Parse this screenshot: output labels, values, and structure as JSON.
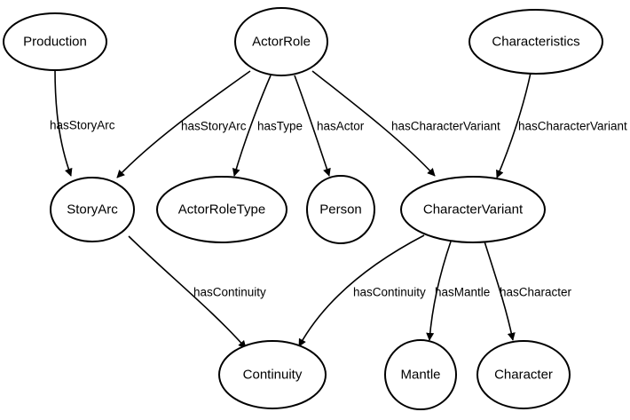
{
  "nodes": {
    "production": "Production",
    "actor_role": "ActorRole",
    "characteristics": "Characteristics",
    "story_arc": "StoryArc",
    "actor_role_type": "ActorRoleType",
    "person": "Person",
    "character_variant": "CharacterVariant",
    "continuity": "Continuity",
    "mantle": "Mantle",
    "character": "Character"
  },
  "edges": {
    "production_story_arc": "hasStoryArc",
    "actor_role_story_arc": "hasStoryArc",
    "actor_role_type": "hasType",
    "actor_role_actor": "hasActor",
    "actor_role_character_variant": "hasCharacterVariant",
    "characteristics_character_variant": "hasCharacterVariant",
    "story_arc_continuity": "hasContinuity",
    "character_variant_continuity": "hasContinuity",
    "character_variant_mantle": "hasMantle",
    "character_variant_character": "hasCharacter"
  }
}
